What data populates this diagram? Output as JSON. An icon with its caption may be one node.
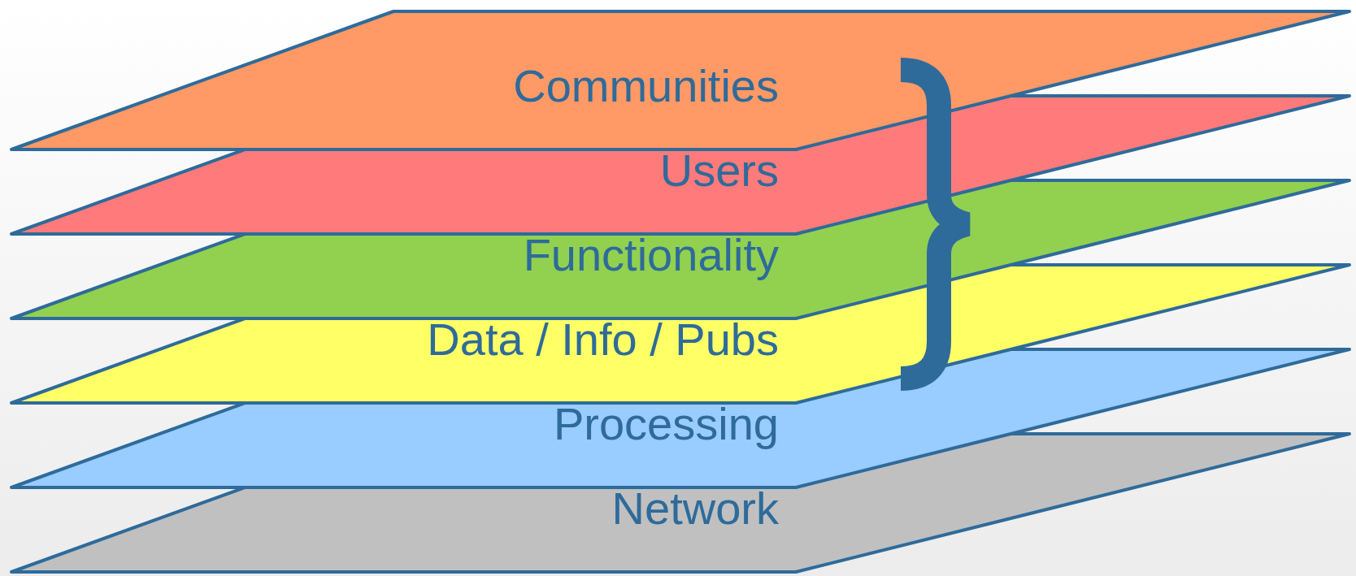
{
  "diagram": {
    "nodes": [
      {
        "text": [
          "Communities"
        ]
      },
      {
        "text": [
          "Users"
        ]
      },
      {
        "text": [
          "Functionality"
        ]
      },
      {
        "text": [
          "Data / Info / Pubs"
        ]
      },
      {
        "text": [
          "Processing"
        ]
      },
      {
        "text": [
          "Network"
        ]
      }
    ],
    "edges": []
  }
}
